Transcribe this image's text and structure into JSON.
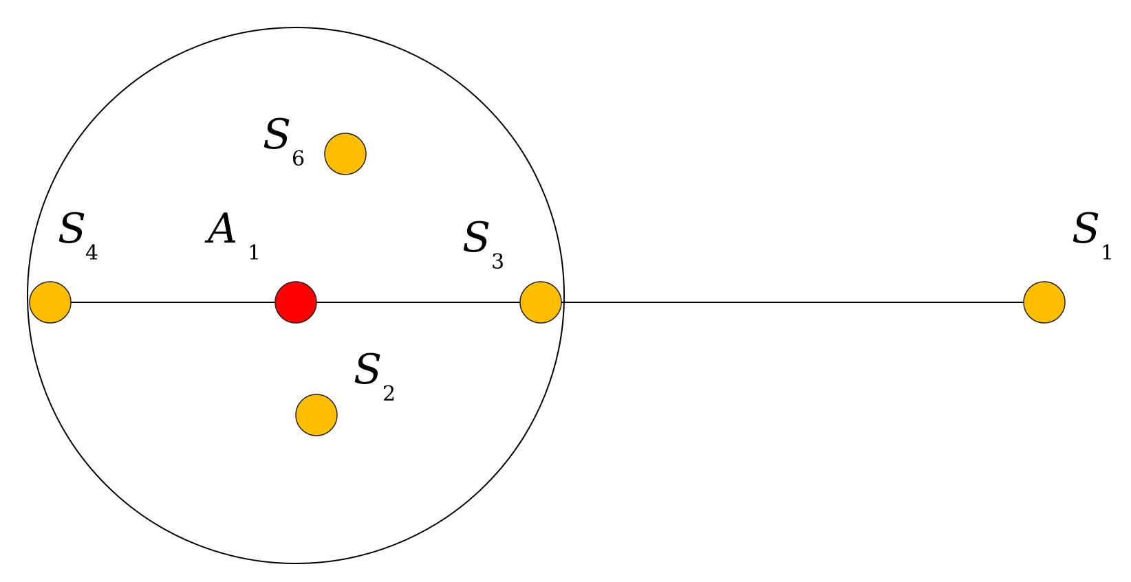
{
  "colors": {
    "background": "#ffffff",
    "outline": "#000000",
    "satellite_fill": "#ffbf00",
    "anchor_fill": "#ff0000"
  },
  "nodes": [
    {
      "id": "A1",
      "letter": "A",
      "index": "1",
      "fill": "#ff0000"
    },
    {
      "id": "S1",
      "letter": "S",
      "index": "1",
      "fill": "#ffbf00"
    },
    {
      "id": "S2",
      "letter": "S",
      "index": "2",
      "fill": "#ffbf00"
    },
    {
      "id": "S3",
      "letter": "S",
      "index": "3",
      "fill": "#ffbf00"
    },
    {
      "id": "S4",
      "letter": "S",
      "index": "4",
      "fill": "#ffbf00"
    },
    {
      "id": "S6",
      "letter": "S",
      "index": "6",
      "fill": "#ffbf00"
    }
  ],
  "edges": [
    {
      "from": "S4",
      "to": "A1"
    },
    {
      "from": "A1",
      "to": "S3"
    },
    {
      "from": "S3",
      "to": "S1"
    }
  ],
  "enclosure": {
    "center": "A1",
    "boundary_through": [
      "S4",
      "S3"
    ]
  }
}
